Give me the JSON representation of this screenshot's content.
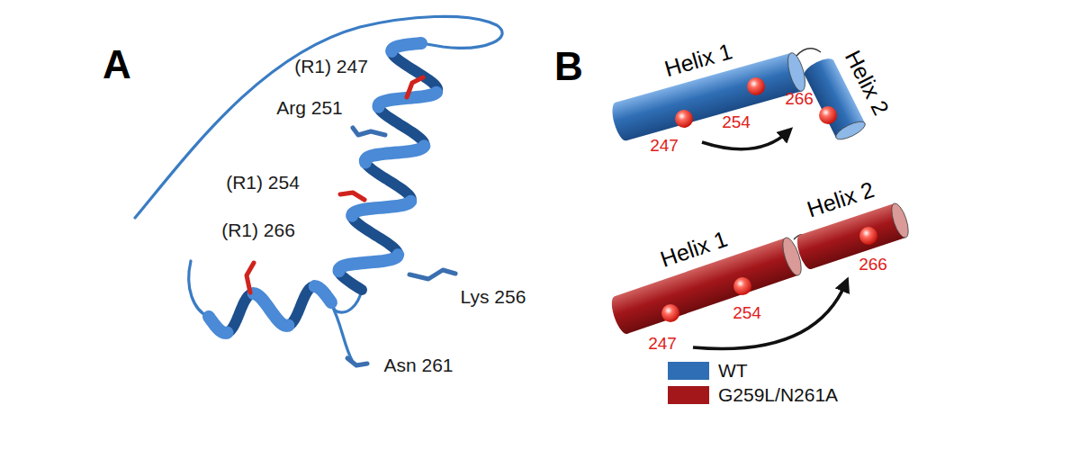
{
  "diagram": {
    "labels": [
      "A",
      "(R1) 247",
      "Arg 251",
      "(R1) 254",
      "(R1) 266",
      "Lys 256",
      "Asn 261",
      "B",
      "Helix 1",
      "Helix 2",
      "247",
      "254",
      "266",
      "Helix 1",
      "Helix 2",
      "247",
      "254",
      "266"
    ],
    "legend": [
      {
        "text": "WT",
        "color": "#2f6eb5"
      },
      {
        "text": "G259L/N261A",
        "color": "#a3161a"
      }
    ]
  }
}
